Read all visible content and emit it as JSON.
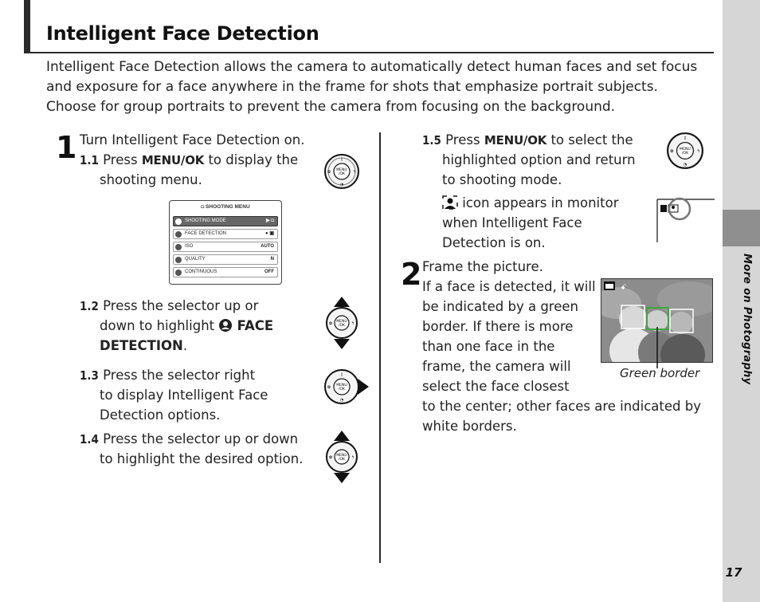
{
  "page": {
    "title": "Intelligent Face Detection",
    "intro": "Intelligent Face Detection allows the camera to automatically detect human faces and set focus and exposure for a face anywhere in the frame for shots that emphasize portrait subjects.  Choose for group portraits to prevent the camera from focusing on the background.",
    "sidebar_label": "More on Photography",
    "page_number": "17"
  },
  "step1": {
    "number": "1",
    "heading": "Turn Intelligent Face Detection on.",
    "s1_1": {
      "num": "1.1",
      "pre": " Press ",
      "key": "MENU/OK",
      "line1_post": " to display the",
      "line2": "shooting menu."
    },
    "s1_2": {
      "num": "1.2",
      "line1": " Press the selector up or",
      "line2_pre": "down to highlight ",
      "line2_bold": "FACE",
      "line3_bold": "DETECTION",
      "line3_post": "."
    },
    "s1_3": {
      "num": "1.3",
      "line1": " Press the selector right",
      "line2": "to display Intelligent Face",
      "line3": "Detection options."
    },
    "s1_4": {
      "num": "1.4",
      "line1": " Press the selector up or down",
      "line2": "to highlight the desired option."
    }
  },
  "step1_5": {
    "num": "1.5",
    "pre": " Press ",
    "key": "MENU/OK",
    "line1_post": " to select the",
    "line2": "highlighted option and return",
    "line3": "to shooting mode.",
    "icon_line1": " icon appears in monitor",
    "icon_line2": "when Intelligent Face",
    "icon_line3": "Detection is on."
  },
  "step2": {
    "number": "2",
    "heading": "Frame the picture.",
    "lines": [
      "If a face is detected, it will",
      "be indicated by a green",
      "border.  If there is more",
      "than one face in the",
      "frame, the camera will",
      "select the face closest",
      "to the center; other faces are indicated by",
      "white borders."
    ],
    "caption": "Green border"
  },
  "menu": {
    "header": "SHOOTING MENU",
    "rows": [
      {
        "label": "SHOOTING MODE",
        "value": ""
      },
      {
        "label": "FACE DETECTION",
        "value": ""
      },
      {
        "label": "ISO",
        "value": "AUTO"
      },
      {
        "label": "QUALITY",
        "value": "N"
      },
      {
        "label": "CONTINUOUS",
        "value": "OFF"
      }
    ]
  },
  "dial": {
    "center_label_1": "MENU",
    "center_label_2": "/OK"
  },
  "colors": {
    "face_border_selected": "#3fa63f",
    "face_border_other": "#ffffff",
    "sidebar": "#d6d6d6",
    "sidebar_tab": "#8f8f8f"
  }
}
